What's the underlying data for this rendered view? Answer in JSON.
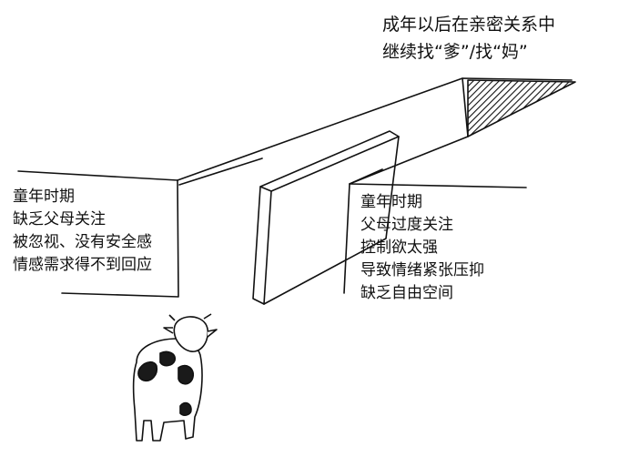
{
  "captions": {
    "top_lines": [
      "成年以后在亲密关系中",
      "继续找“爹”/找“妈”"
    ],
    "left_lines": [
      "童年时期",
      "缺乏父母关注",
      "被忽视、没有安全感",
      "情感需求得不到回应"
    ],
    "right_lines": [
      "童年时期",
      "父母过度关注",
      "控制欲太强",
      "导致情绪紧张压抑",
      "缺乏自由空间"
    ]
  },
  "colors": {
    "ink": "#111111",
    "paper": "#ffffff",
    "cow_patch": "#1a1a1a"
  },
  "icons": {
    "figure": "cow-icon"
  }
}
